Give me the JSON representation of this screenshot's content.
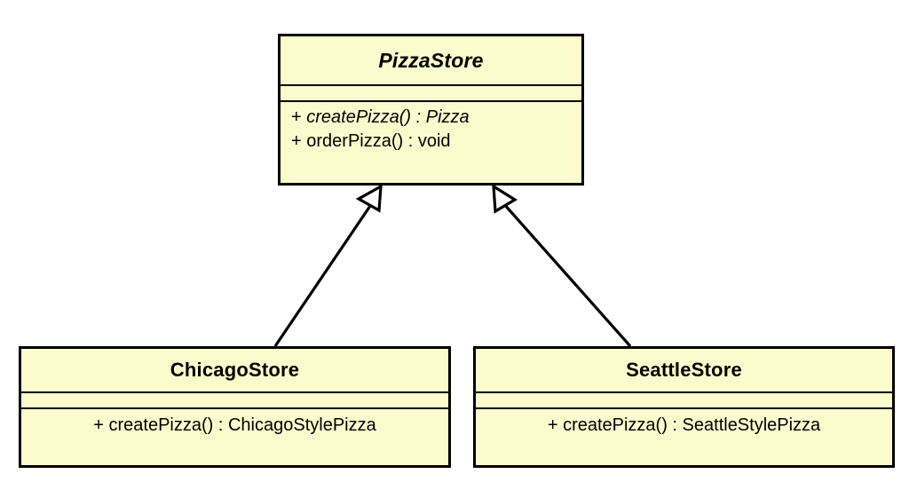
{
  "diagram": {
    "type": "uml-class-diagram",
    "title": "",
    "background_color": "#ffffff",
    "class_fill_color": "#fbfbcd",
    "class_border_color": "#000000",
    "line_color": "#000000",
    "classes": [
      {
        "id": "pizzastore",
        "name": "PizzaStore",
        "abstract": true,
        "attributes": [],
        "operations": [
          {
            "visibility": "+",
            "signature": "createPizza() : Pizza",
            "abstract": true
          },
          {
            "visibility": "+",
            "signature": "orderPizza() : void",
            "abstract": false
          }
        ]
      },
      {
        "id": "chicagostore",
        "name": "ChicagoStore",
        "abstract": false,
        "attributes": [],
        "operations": [
          {
            "visibility": "+",
            "signature": "createPizza() : ChicagoStylePizza",
            "abstract": false
          }
        ]
      },
      {
        "id": "seattlestore",
        "name": "SeattleStore",
        "abstract": false,
        "attributes": [],
        "operations": [
          {
            "visibility": "+",
            "signature": "createPizza() : SeattleStylePizza",
            "abstract": false
          }
        ]
      }
    ],
    "relationships": [
      {
        "id": "chicago-extends-pizzastore",
        "kind": "generalization",
        "label": "",
        "source": "ChicagoStore",
        "target": "PizzaStore",
        "arrowhead": "hollow-triangle"
      },
      {
        "id": "seattle-extends-pizzastore",
        "kind": "generalization",
        "label": "",
        "source": "SeattleStore",
        "target": "PizzaStore",
        "arrowhead": "hollow-triangle"
      }
    ]
  }
}
